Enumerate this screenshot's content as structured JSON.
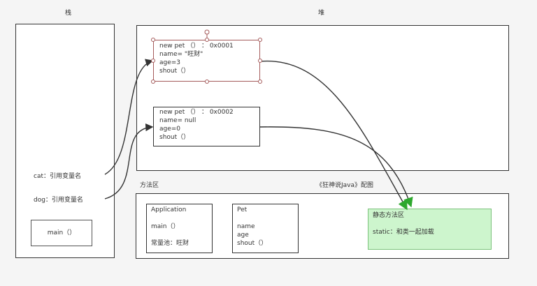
{
  "stack": {
    "title": "栈",
    "cat_var": "cat：引用变量名",
    "dog_var": "dog：引用变量名",
    "main_frame": "main（）"
  },
  "heap": {
    "title": "堆",
    "obj1": [
      "new pet （）  ：  0x0001",
      "name= \"旺财\"",
      "age=3",
      "shout（）"
    ],
    "obj2": [
      "new pet （）  ：  0x0002",
      "name= null",
      "age=0",
      "shout（）"
    ]
  },
  "method_area": {
    "title": "方法区",
    "caption": "《狂神说Java》配图",
    "application_class": [
      "Application",
      "",
      "main（）",
      "",
      "常量池：旺财"
    ],
    "pet_class": [
      "Pet",
      "",
      "name",
      "age",
      "shout（）"
    ],
    "static_area": [
      "静态方法区",
      "",
      "static：和类一起加载"
    ]
  },
  "colors": {
    "static_fill": "#cdf5cd",
    "static_border": "#7cc27c",
    "selected_border": "#a45a5a",
    "arrow_head_green": "#2ea82e"
  }
}
